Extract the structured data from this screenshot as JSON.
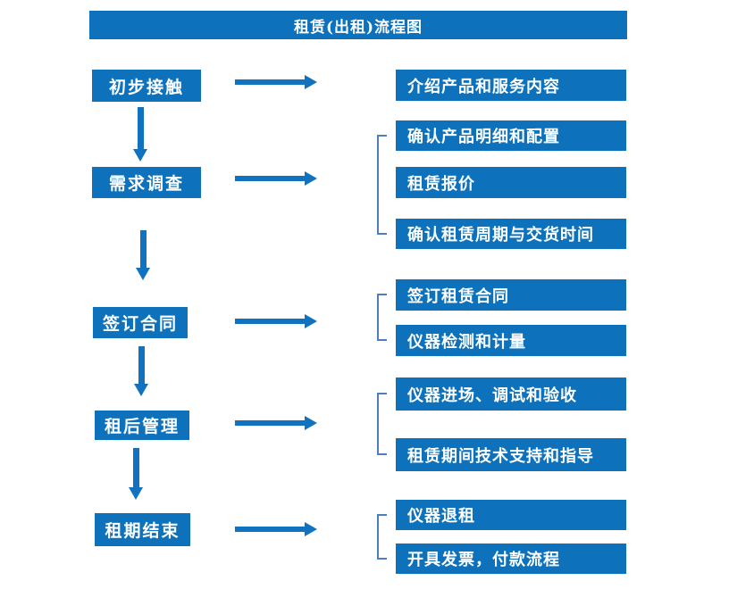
{
  "title": "租赁(出租)流程图",
  "colors": {
    "box_blue": "#0d72bb",
    "arrow_blue": "#1173c0",
    "bracket_blue": "#4d7ebf",
    "text_white": "#ffffff"
  },
  "left_steps": [
    {
      "label": "初步接触"
    },
    {
      "label": "需求调查"
    },
    {
      "label": "签订合同"
    },
    {
      "label": "租后管理"
    },
    {
      "label": "租期结束"
    }
  ],
  "right_groups": [
    {
      "items": [
        "介绍产品和服务内容"
      ]
    },
    {
      "items": [
        "确认产品明细和配置",
        "租赁报价",
        "确认租赁周期与交货时间"
      ]
    },
    {
      "items": [
        "签订租赁合同",
        "仪器检测和计量"
      ]
    },
    {
      "items": [
        "仪器进场、调试和验收",
        "租赁期间技术支持和指导"
      ]
    },
    {
      "items": [
        "仪器退租",
        "开具发票，付款流程"
      ]
    }
  ]
}
